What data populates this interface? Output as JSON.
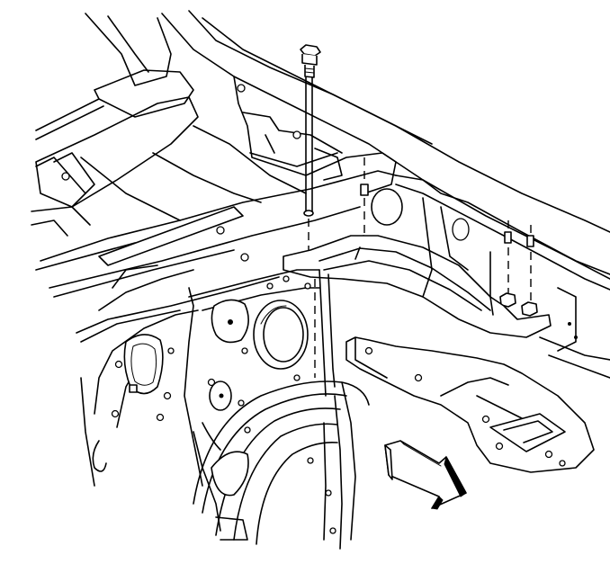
{
  "figure": {
    "alt_components": [
      "bolt",
      "nut",
      "brace",
      "direction-arrow"
    ]
  },
  "colors": {
    "line": "#000000",
    "background": "#ffffff"
  }
}
